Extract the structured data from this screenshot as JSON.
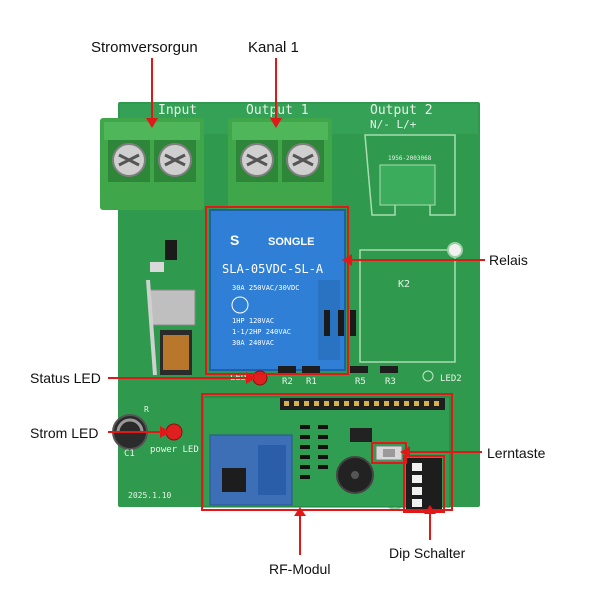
{
  "callouts": {
    "power_supply": "Stromversorgun",
    "channel_1": "Kanal 1",
    "relay": "Relais",
    "status_led": "Status LED",
    "power_led": "Strom LED",
    "learn_button": "Lerntaste",
    "dip_switch": "Dip Schalter",
    "rf_module": "RF-Modul"
  },
  "board": {
    "terminal_input": "Input",
    "terminal_output1": "Output 1",
    "terminal_output2": "Output 2",
    "terminal_pins": "N/-  L/+",
    "relay_brand": "SONGLE",
    "relay_model": "SLA-05VDC-SL-A",
    "relay_rating1": "30A  250VAC/30VDC",
    "relay_rating2": "1HP 120VAC",
    "relay_rating3": "1-1/2HP 240VAC",
    "relay_rating4": "30A  240VAC",
    "k2_label": "K2",
    "led1_label": "LED1",
    "led2_label": "LED2",
    "r2_label": "R2",
    "r1_label": "R1",
    "r5_label": "R5",
    "r3_label": "R3",
    "c1_label": "C1",
    "power_led_label": "power LED",
    "date_label": "2025.1.10",
    "part_code": "1956-2003068"
  },
  "colors": {
    "callout_box": "#e01818",
    "board_green": "#2f9a4e",
    "terminal_green": "#3fa64a",
    "relay_blue": "#2f7fd6"
  }
}
